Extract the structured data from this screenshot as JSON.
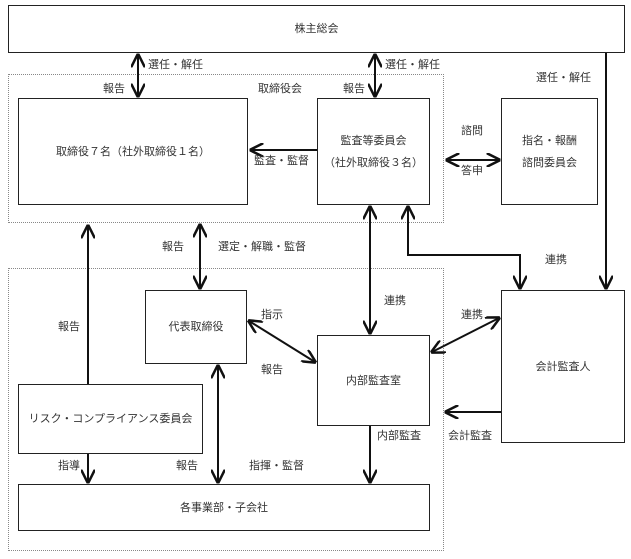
{
  "boxes": {
    "shareholders": "株主総会",
    "directors": "取締役７名（社外取締役１名）",
    "audit_committee_line1": "監査等委員会",
    "audit_committee_line2": "（社外取締役３名）",
    "nomination_line1": "指名・報酬",
    "nomination_line2": "諮問委員会",
    "representative_director": "代表取締役",
    "internal_audit": "内部監査室",
    "accounting_auditor": "会計監査人",
    "risk_compliance": "リスク・コンプライアンス委員会",
    "business_units": "各事業部・子会社"
  },
  "groups": {
    "board": "取締役会"
  },
  "labels": {
    "elect_dismiss_1": "選任・解任",
    "report_1": "報告",
    "elect_dismiss_2": "選任・解任",
    "report_2": "報告",
    "elect_dismiss_3": "選任・解任",
    "audit_supervise": "監査・監督",
    "consult": "諮問",
    "reply": "答申",
    "report_3": "報告",
    "select_dismiss_supervise": "選定・解職・監督",
    "cooperate_1": "連携",
    "cooperate_2": "連携",
    "cooperate_3": "連携",
    "instruct": "指示",
    "report_4": "報告",
    "report_5": "報告",
    "internal_audit_flow": "内部監査",
    "accounting_audit_flow": "会計監査",
    "guide": "指導",
    "report_6": "報告",
    "command_supervise": "指揮・監督"
  }
}
